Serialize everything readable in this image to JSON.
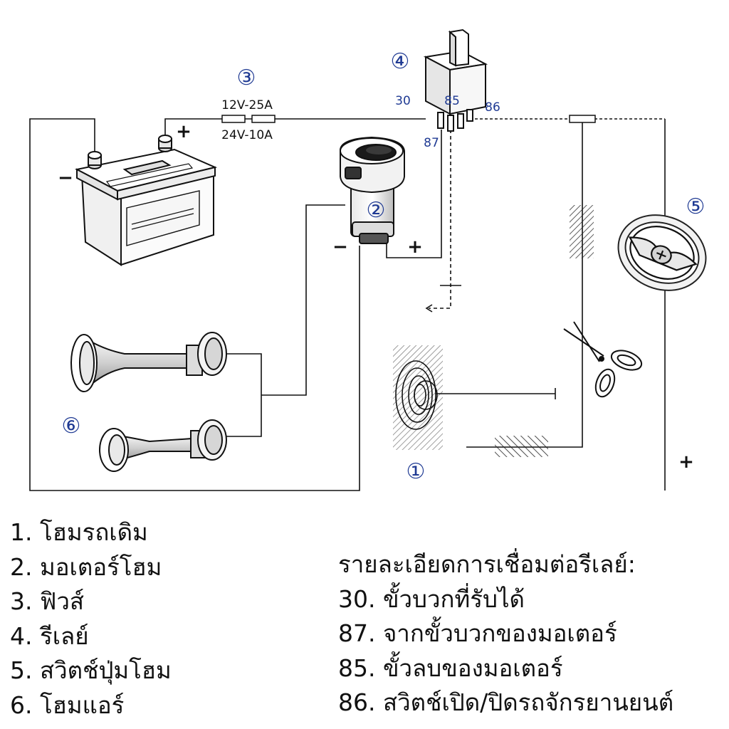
{
  "callouts": {
    "horn": "①",
    "motor": "②",
    "fuse": "③",
    "relay": "④",
    "switch": "⑤",
    "air_horn": "⑥"
  },
  "fuse_ratings": {
    "line1": "12V-25A",
    "line2": "24V-10A"
  },
  "relay_pins": {
    "p30": "30",
    "p85": "85",
    "p86": "86",
    "p87": "87"
  },
  "signs": {
    "battery_neg": "−",
    "battery_pos": "+",
    "motor_neg": "−",
    "motor_pos": "+",
    "right_pos": "+"
  },
  "legend_components": [
    "1. โฮมรถเดิม",
    "2. มอเตอร์โฮม",
    "3. ฟิวส์",
    "4. รีเลย์",
    "5. สวิตช์ปุ่มโฮม",
    "6. โฮมแอร์"
  ],
  "relay_details": {
    "heading": "รายละเอียดการเชื่อมต่อรีเลย์:",
    "items": [
      "30. ขั้วบวกที่รับได้",
      "87. จากขั้วบวกของมอเตอร์",
      "85. ขั้วลบของมอเตอร์",
      "86. สวิตช์เปิด/ปิดรถจักรยานยนต์"
    ]
  }
}
